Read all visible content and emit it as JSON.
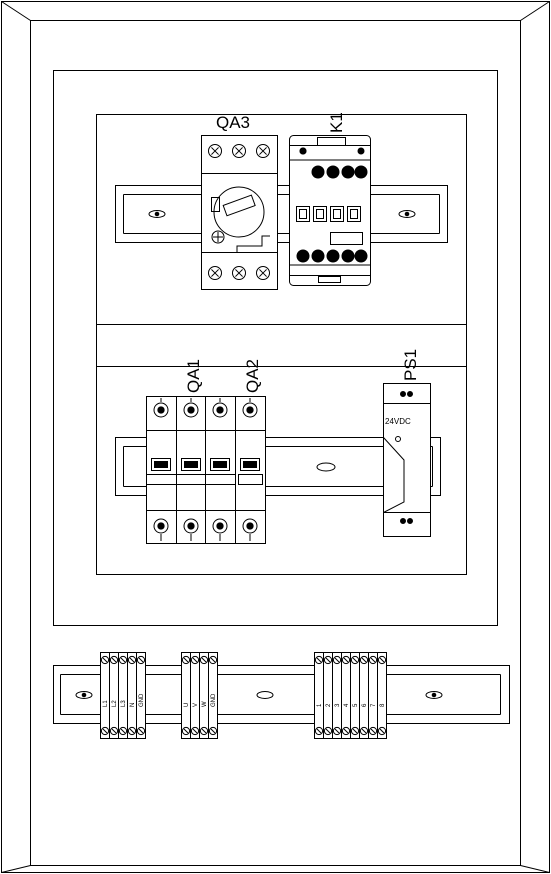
{
  "colors": {
    "line": "#000000",
    "background": "#ffffff"
  },
  "devices": {
    "qa3": {
      "label": "QA3"
    },
    "k1": {
      "label": "K1"
    },
    "qa1": {
      "label": "QA1"
    },
    "qa2": {
      "label": "QA2"
    },
    "ps1": {
      "label": "PS1",
      "voltage": "24VDC"
    }
  },
  "terminals": {
    "group1": [
      "L1",
      "L2",
      "L3",
      "N",
      "GND"
    ],
    "group2": [
      "U",
      "V",
      "W",
      "GND"
    ],
    "group3": [
      "1",
      "2",
      "3",
      "4",
      "5",
      "6",
      "7",
      "8"
    ]
  }
}
